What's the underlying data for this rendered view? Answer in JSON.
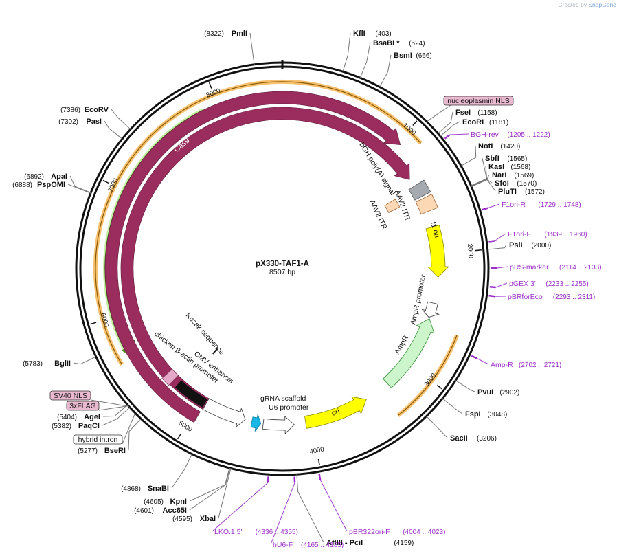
{
  "credit": {
    "prefix": "Created by",
    "brand": "SnapGene"
  },
  "plasmid": {
    "name": "pX330-TAF1-A",
    "length_label": "8507 bp",
    "length": 8507
  },
  "ticks": [
    1000,
    2000,
    3000,
    4000,
    5000,
    6000,
    7000,
    8000
  ],
  "sites": [
    {
      "name": "PmlI",
      "pos": "(8322)",
      "bp": 8322,
      "side": "L"
    },
    {
      "name": "KflI",
      "pos": "(403)",
      "bp": 403,
      "side": "R"
    },
    {
      "name": "BsaBI *",
      "pos": "(524)",
      "bp": 524,
      "side": "R"
    },
    {
      "name": "BsmI",
      "pos": "(666)",
      "bp": 666,
      "side": "R"
    },
    {
      "name": "FseI",
      "pos": "(1158)",
      "bp": 1158,
      "side": "R"
    },
    {
      "name": "EcoRI",
      "pos": "(1181)",
      "bp": 1181,
      "side": "R"
    },
    {
      "name": "NotI",
      "pos": "(1420)",
      "bp": 1420,
      "side": "R"
    },
    {
      "name": "SbfI",
      "pos": "(1565)",
      "bp": 1565,
      "side": "R"
    },
    {
      "name": "KasI",
      "pos": "(1568)",
      "bp": 1568,
      "side": "R"
    },
    {
      "name": "NarI",
      "pos": "(1569)",
      "bp": 1569,
      "side": "R"
    },
    {
      "name": "SfoI",
      "pos": "(1570)",
      "bp": 1570,
      "side": "R"
    },
    {
      "name": "PluTI",
      "pos": "(1572)",
      "bp": 1572,
      "side": "R"
    },
    {
      "name": "PsiI",
      "pos": "(2000)",
      "bp": 2000,
      "side": "R"
    },
    {
      "name": "PvuI",
      "pos": "(2902)",
      "bp": 2902,
      "side": "R"
    },
    {
      "name": "FspI",
      "pos": "(3048)",
      "bp": 3048,
      "side": "R"
    },
    {
      "name": "SacII",
      "pos": "(3206)",
      "bp": 3206,
      "side": "R"
    },
    {
      "name": "AflIII  - PciI",
      "pos": "(4159)",
      "bp": 4159,
      "side": "R"
    },
    {
      "name": "XbaI",
      "pos": "(4595)",
      "bp": 4595,
      "side": "L"
    },
    {
      "name": "Acc65I",
      "pos": "(4601)",
      "bp": 4601,
      "side": "L"
    },
    {
      "name": "KpnI",
      "pos": "(4605)",
      "bp": 4605,
      "side": "L"
    },
    {
      "name": "SnaBI",
      "pos": "(4868)",
      "bp": 4868,
      "side": "L"
    },
    {
      "name": "BseRI",
      "pos": "(5277)",
      "bp": 5277,
      "side": "L"
    },
    {
      "name": "PaqCI",
      "pos": "(5382)",
      "bp": 5382,
      "side": "L"
    },
    {
      "name": "AgeI",
      "pos": "(5404)",
      "bp": 5404,
      "side": "L"
    },
    {
      "name": "BglII",
      "pos": "(5783)",
      "bp": 5783,
      "side": "L"
    },
    {
      "name": "PspOMI",
      "pos": "(6888)",
      "bp": 6888,
      "side": "L"
    },
    {
      "name": "ApaI",
      "pos": "(6892)",
      "bp": 6892,
      "side": "L"
    },
    {
      "name": "PasI",
      "pos": "(7302)",
      "bp": 7302,
      "side": "L"
    },
    {
      "name": "EcoRV",
      "pos": "(7386)",
      "bp": 7386,
      "side": "L"
    }
  ],
  "primers": [
    {
      "name": "BGH-rev",
      "range": "(1205 .. 1222)",
      "bp": 1213
    },
    {
      "name": "F1ori-R",
      "range": "(1729 .. 1748)",
      "bp": 1738
    },
    {
      "name": "F1ori-F",
      "range": "(1939 .. 1960)",
      "bp": 1950
    },
    {
      "name": "pRS-marker",
      "range": "(2114 .. 2133)",
      "bp": 2123
    },
    {
      "name": "pGEX 3'",
      "range": "(2233 .. 2255)",
      "bp": 2244
    },
    {
      "name": "pBRforEco",
      "range": "(2293 .. 2311)",
      "bp": 2302
    },
    {
      "name": "Amp-R",
      "range": "(2702 .. 2721)",
      "bp": 2711
    },
    {
      "name": "pBR322ori-F",
      "range": "(4004 .. 4023)",
      "bp": 4013
    },
    {
      "name": "hU6-F",
      "range": "(4165 .. 4185)",
      "bp": 4175
    },
    {
      "name": "LKO.1 5'",
      "range": "(4336 .. 4355)",
      "bp": 4345
    }
  ],
  "boxed_labels": [
    {
      "name": "nucleoplasmin NLS",
      "style": "pink"
    },
    {
      "name": "SV40 NLS",
      "style": "pink"
    },
    {
      "name": "3xFLAG",
      "style": "pink"
    },
    {
      "name": "hybrid intron",
      "style": "white"
    }
  ],
  "features": {
    "cas9_outer": "Cas9",
    "cas9_inner": "Cas9",
    "bgh": "bGH poly(A) signal",
    "aav2_itr_a": "AAV2 ITR",
    "aav2_itr_b": "AAV2 ITR",
    "f1ori": "f1 ori",
    "ampr_promoter": "AmpR promoter",
    "ampr": "AmpR",
    "ori": "ori",
    "u6": "U6 promoter",
    "grna": "gRNA scaffold",
    "cmv": "CMV enhancer",
    "cba": "chicken β-actin promoter",
    "kozak": "Kozak sequence"
  },
  "colors": {
    "cas9": "#9b2d5e",
    "f1ori": "#ffff00",
    "ori": "#ffff00",
    "ampr": "#ccf5cc",
    "itr": "#fdd8b5",
    "bgh": "#a5a9b0",
    "u6": "#ffffff",
    "grna": "#19b7e6",
    "primer": "#9b30c8",
    "orf_orange": "#f5b556",
    "orf_green": "#4d8f1c"
  }
}
